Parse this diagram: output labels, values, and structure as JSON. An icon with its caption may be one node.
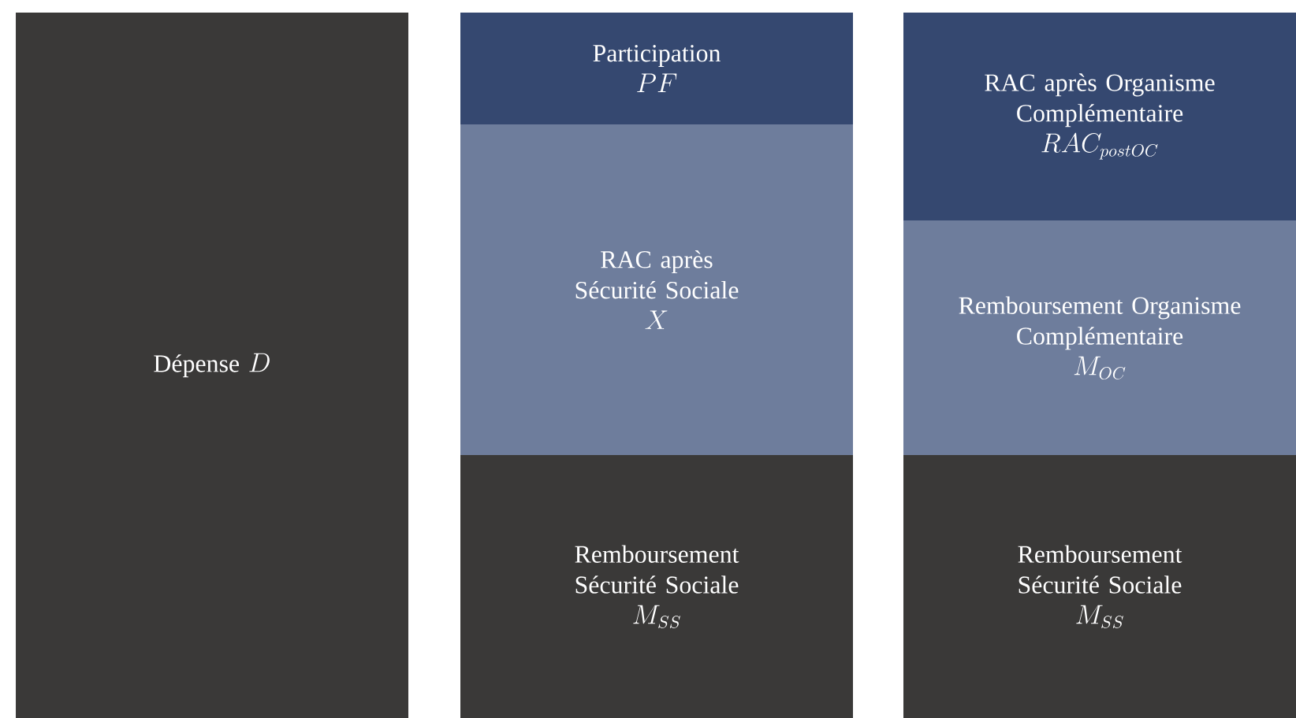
{
  "diagram": {
    "nodes": [
      {
        "text": [
          "Dépense",
          "D"
        ]
      },
      {
        "text": [
          "Participation",
          "PF"
        ]
      },
      {
        "text": [
          "RAC après Sécurité Sociale",
          "X"
        ]
      },
      {
        "text": [
          "Remboursement Sécurité Sociale",
          "M_{SS}"
        ]
      },
      {
        "text": [
          "RAC après Organisme Complémentaire",
          "RAC_{postOC}"
        ]
      },
      {
        "text": [
          "Remboursement Organisme Complémentaire",
          "M_{OC}"
        ]
      },
      {
        "text": [
          "Remboursement Sécurité Sociale",
          "M_{SS}"
        ]
      }
    ]
  }
}
